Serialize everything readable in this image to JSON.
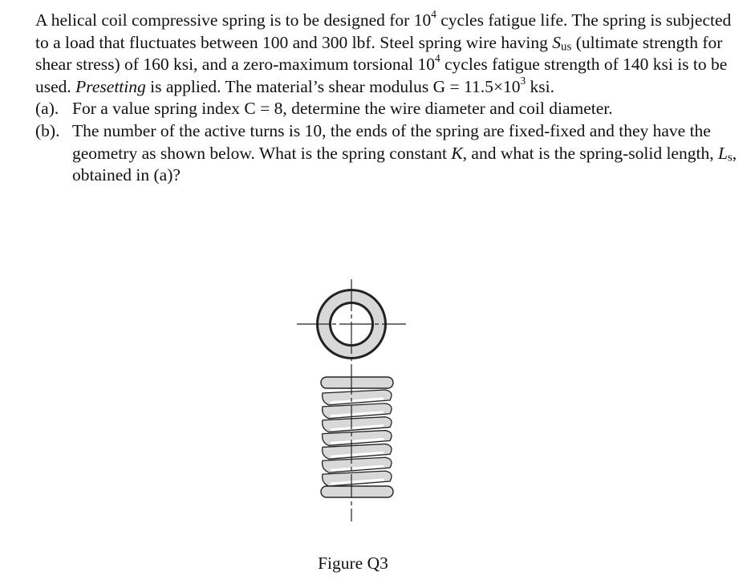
{
  "problem": {
    "intro": [
      "A helical coil compressive spring is to be designed for 10",
      "4",
      " cycles fatigue life.  The spring is subjected to a load that fluctuates between 100 and 300 lbf.  Steel spring wire having ",
      "S",
      "us",
      " (ultimate strength for shear stress) of 160 ksi, and a zero-maximum torsional 10",
      "4",
      " cycles fatigue strength of 140 ksi is to be used.  ",
      "Presetting",
      " is applied.  The material’s shear modulus G = 11.5×10",
      "3",
      " ksi."
    ],
    "part_a": {
      "label": "(a).",
      "text": "For a value spring index C = 8, determine the wire diameter and coil diameter."
    },
    "part_b": {
      "label": "(b).",
      "text_1": "The number of the active turns is 10, the ends of the spring are fixed-fixed and they have the geometry as shown below.  What is the spring constant ",
      "k_symbol": "K",
      "text_2": ", and what is the spring-solid length, ",
      "ls_symbol": "L",
      "ls_sub": "s",
      "text_3": ", obtained in (a)?"
    }
  },
  "figure": {
    "caption": "Figure Q3",
    "icon": "helical-spring-drawing",
    "colors": {
      "wire_fill": "#d8d8d8",
      "outline": "#222222"
    }
  }
}
